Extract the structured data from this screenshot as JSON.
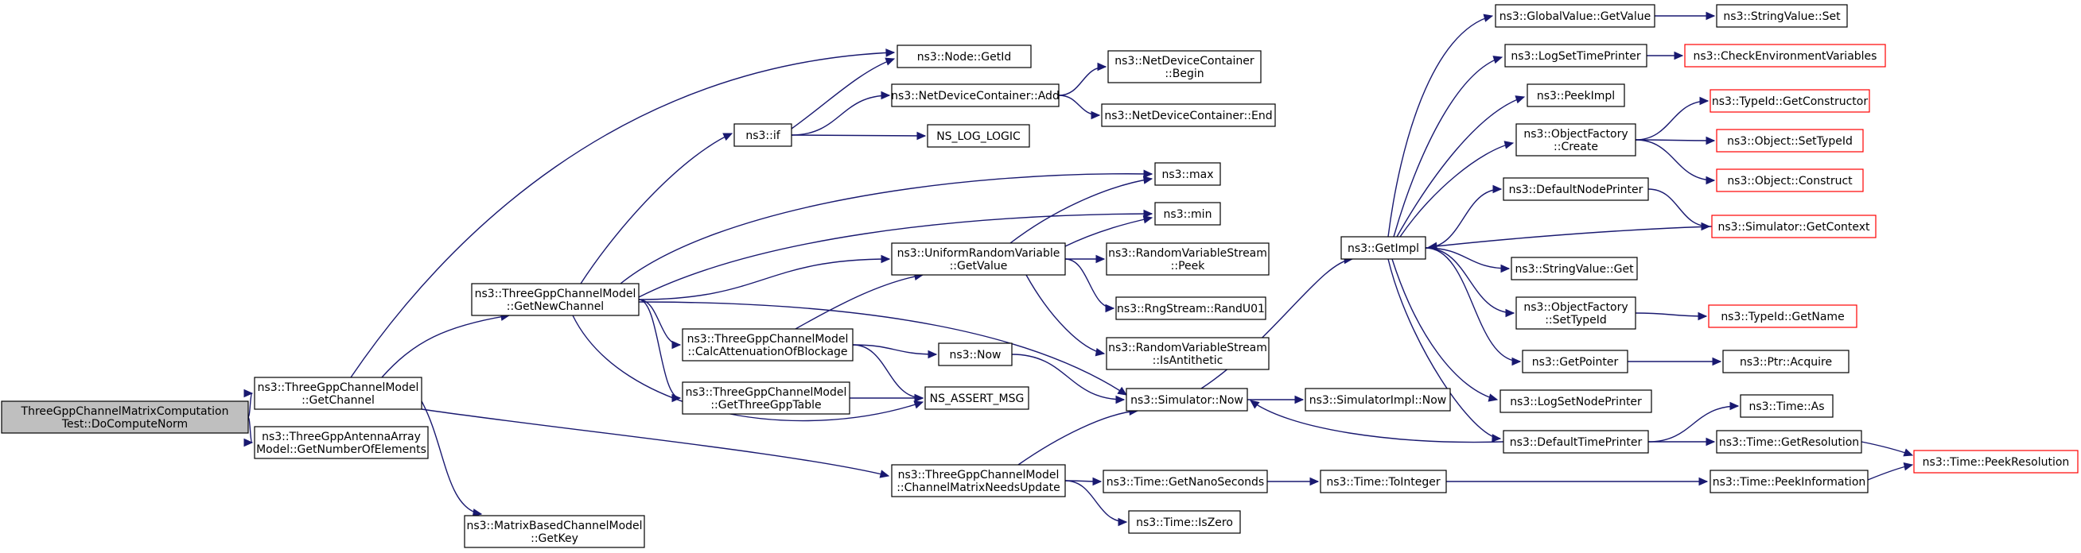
{
  "graph": {
    "colors": {
      "node_fill": "#ffffff",
      "node_border": "#000000",
      "truncated_border": "#ff0000",
      "root_fill": "#bfbfbf",
      "edge": "#191970"
    },
    "nodes": [
      {
        "id": "root",
        "lines": [
          "ThreeGppChannelMatrixComputation",
          "Test::DoComputeNorm"
        ],
        "kind": "root"
      },
      {
        "id": "getChannel",
        "lines": [
          "ns3::ThreeGppChannelModel",
          "::GetChannel"
        ],
        "kind": "normal"
      },
      {
        "id": "getNumElem",
        "lines": [
          "ns3::ThreeGppAntennaArray",
          "Model::GetNumberOfElements"
        ],
        "kind": "normal"
      },
      {
        "id": "getNewChannel",
        "lines": [
          "ns3::ThreeGppChannelModel",
          "::GetNewChannel"
        ],
        "kind": "normal"
      },
      {
        "id": "getKey",
        "lines": [
          "ns3::MatrixBasedChannelModel",
          "::GetKey"
        ],
        "kind": "normal"
      },
      {
        "id": "nodeGetId",
        "lines": [
          "ns3::Node::GetId"
        ],
        "kind": "normal"
      },
      {
        "id": "if",
        "lines": [
          "ns3::if"
        ],
        "kind": "normal"
      },
      {
        "id": "ndcAdd",
        "lines": [
          "ns3::NetDeviceContainer::Add"
        ],
        "kind": "normal"
      },
      {
        "id": "ndcBegin",
        "lines": [
          "ns3::NetDeviceContainer",
          "::Begin"
        ],
        "kind": "normal"
      },
      {
        "id": "ndcEnd",
        "lines": [
          "ns3::NetDeviceContainer::End"
        ],
        "kind": "normal"
      },
      {
        "id": "nsLogLogic",
        "lines": [
          "NS_LOG_LOGIC"
        ],
        "kind": "normal"
      },
      {
        "id": "max",
        "lines": [
          "ns3::max"
        ],
        "kind": "normal"
      },
      {
        "id": "min",
        "lines": [
          "ns3::min"
        ],
        "kind": "normal"
      },
      {
        "id": "urvGetValue",
        "lines": [
          "ns3::UniformRandomVariable",
          "::GetValue"
        ],
        "kind": "normal"
      },
      {
        "id": "rvsPeek",
        "lines": [
          "ns3::RandomVariableStream",
          "::Peek"
        ],
        "kind": "normal"
      },
      {
        "id": "randU01",
        "lines": [
          "ns3::RngStream::RandU01"
        ],
        "kind": "normal"
      },
      {
        "id": "rvsAnti",
        "lines": [
          "ns3::RandomVariableStream",
          "::IsAntithetic"
        ],
        "kind": "normal"
      },
      {
        "id": "calcAtt",
        "lines": [
          "ns3::ThreeGppChannelModel",
          "::CalcAttenuationOfBlockage"
        ],
        "kind": "normal"
      },
      {
        "id": "now",
        "lines": [
          "ns3::Now"
        ],
        "kind": "normal"
      },
      {
        "id": "getTable",
        "lines": [
          "ns3::ThreeGppChannelModel",
          "::GetThreeGppTable"
        ],
        "kind": "normal"
      },
      {
        "id": "assertMsg",
        "lines": [
          "NS_ASSERT_MSG"
        ],
        "kind": "normal"
      },
      {
        "id": "simNow",
        "lines": [
          "ns3::Simulator::Now"
        ],
        "kind": "normal"
      },
      {
        "id": "simImplNow",
        "lines": [
          "ns3::SimulatorImpl::Now"
        ],
        "kind": "normal"
      },
      {
        "id": "chanUpd",
        "lines": [
          "ns3::ThreeGppChannelModel",
          "::ChannelMatrixNeedsUpdate"
        ],
        "kind": "normal"
      },
      {
        "id": "getNano",
        "lines": [
          "ns3::Time::GetNanoSeconds"
        ],
        "kind": "normal"
      },
      {
        "id": "isZero",
        "lines": [
          "ns3::Time::IsZero"
        ],
        "kind": "normal"
      },
      {
        "id": "toInteger",
        "lines": [
          "ns3::Time::ToInteger"
        ],
        "kind": "normal"
      },
      {
        "id": "getImpl",
        "lines": [
          "ns3::GetImpl"
        ],
        "kind": "normal"
      },
      {
        "id": "gvGetValue",
        "lines": [
          "ns3::GlobalValue::GetValue"
        ],
        "kind": "normal"
      },
      {
        "id": "svSet",
        "lines": [
          "ns3::StringValue::Set"
        ],
        "kind": "normal"
      },
      {
        "id": "logSetTP",
        "lines": [
          "ns3::LogSetTimePrinter"
        ],
        "kind": "normal"
      },
      {
        "id": "checkEnv",
        "lines": [
          "ns3::CheckEnvironmentVariables"
        ],
        "kind": "truncated"
      },
      {
        "id": "peekImpl",
        "lines": [
          "ns3::PeekImpl"
        ],
        "kind": "normal"
      },
      {
        "id": "ofCreate",
        "lines": [
          "ns3::ObjectFactory",
          "::Create"
        ],
        "kind": "normal"
      },
      {
        "id": "tidGetCtor",
        "lines": [
          "ns3::TypeId::GetConstructor"
        ],
        "kind": "truncated"
      },
      {
        "id": "objSetTid",
        "lines": [
          "ns3::Object::SetTypeId"
        ],
        "kind": "truncated"
      },
      {
        "id": "objConstruct",
        "lines": [
          "ns3::Object::Construct"
        ],
        "kind": "truncated"
      },
      {
        "id": "defNodePrinter",
        "lines": [
          "ns3::DefaultNodePrinter"
        ],
        "kind": "normal"
      },
      {
        "id": "simGetCtx",
        "lines": [
          "ns3::Simulator::GetContext"
        ],
        "kind": "truncated"
      },
      {
        "id": "svGet",
        "lines": [
          "ns3::StringValue::Get"
        ],
        "kind": "normal"
      },
      {
        "id": "ofSetTid",
        "lines": [
          "ns3::ObjectFactory",
          "::SetTypeId"
        ],
        "kind": "normal"
      },
      {
        "id": "tidGetName",
        "lines": [
          "ns3::TypeId::GetName"
        ],
        "kind": "truncated"
      },
      {
        "id": "getPointer",
        "lines": [
          "ns3::GetPointer"
        ],
        "kind": "normal"
      },
      {
        "id": "ptrAcquire",
        "lines": [
          "ns3::Ptr::Acquire"
        ],
        "kind": "normal"
      },
      {
        "id": "logSetNP",
        "lines": [
          "ns3::LogSetNodePrinter"
        ],
        "kind": "normal"
      },
      {
        "id": "defTimePrinter",
        "lines": [
          "ns3::DefaultTimePrinter"
        ],
        "kind": "normal"
      },
      {
        "id": "timeAs",
        "lines": [
          "ns3::Time::As"
        ],
        "kind": "normal"
      },
      {
        "id": "timeGetRes",
        "lines": [
          "ns3::Time::GetResolution"
        ],
        "kind": "normal"
      },
      {
        "id": "timePeekRes",
        "lines": [
          "ns3::Time::PeekResolution"
        ],
        "kind": "truncated"
      },
      {
        "id": "timePeekInfo",
        "lines": [
          "ns3::Time::PeekInformation"
        ],
        "kind": "normal"
      }
    ],
    "edges": [
      [
        "root",
        "getChannel"
      ],
      [
        "root",
        "getNumElem"
      ],
      [
        "getChannel",
        "getNewChannel"
      ],
      [
        "getChannel",
        "getKey"
      ],
      [
        "getChannel",
        "nodeGetId"
      ],
      [
        "getChannel",
        "chanUpd"
      ],
      [
        "getNewChannel",
        "if"
      ],
      [
        "getNewChannel",
        "max"
      ],
      [
        "getNewChannel",
        "min"
      ],
      [
        "getNewChannel",
        "urvGetValue"
      ],
      [
        "getNewChannel",
        "calcAtt"
      ],
      [
        "getNewChannel",
        "getTable"
      ],
      [
        "getNewChannel",
        "assertMsg"
      ],
      [
        "getNewChannel",
        "simNow"
      ],
      [
        "if",
        "nodeGetId"
      ],
      [
        "if",
        "ndcAdd"
      ],
      [
        "if",
        "nsLogLogic"
      ],
      [
        "ndcAdd",
        "ndcBegin"
      ],
      [
        "ndcAdd",
        "ndcEnd"
      ],
      [
        "urvGetValue",
        "max"
      ],
      [
        "urvGetValue",
        "min"
      ],
      [
        "urvGetValue",
        "rvsPeek"
      ],
      [
        "urvGetValue",
        "randU01"
      ],
      [
        "urvGetValue",
        "rvsAnti"
      ],
      [
        "calcAtt",
        "urvGetValue"
      ],
      [
        "calcAtt",
        "now"
      ],
      [
        "calcAtt",
        "assertMsg"
      ],
      [
        "getTable",
        "assertMsg"
      ],
      [
        "now",
        "simNow"
      ],
      [
        "simNow",
        "getImpl"
      ],
      [
        "simNow",
        "simImplNow"
      ],
      [
        "chanUpd",
        "simNow"
      ],
      [
        "chanUpd",
        "getNano"
      ],
      [
        "chanUpd",
        "isZero"
      ],
      [
        "getNano",
        "toInteger"
      ],
      [
        "toInteger",
        "timePeekInfo"
      ],
      [
        "timePeekInfo",
        "timePeekRes"
      ],
      [
        "getImpl",
        "gvGetValue"
      ],
      [
        "getImpl",
        "logSetTP"
      ],
      [
        "getImpl",
        "peekImpl"
      ],
      [
        "getImpl",
        "ofCreate"
      ],
      [
        "getImpl",
        "defNodePrinter"
      ],
      [
        "getImpl",
        "svGet"
      ],
      [
        "getImpl",
        "ofSetTid"
      ],
      [
        "getImpl",
        "getPointer"
      ],
      [
        "getImpl",
        "logSetNP"
      ],
      [
        "getImpl",
        "defTimePrinter"
      ],
      [
        "gvGetValue",
        "svSet"
      ],
      [
        "logSetTP",
        "checkEnv"
      ],
      [
        "ofCreate",
        "tidGetCtor"
      ],
      [
        "ofCreate",
        "objSetTid"
      ],
      [
        "ofCreate",
        "objConstruct"
      ],
      [
        "defNodePrinter",
        "simGetCtx"
      ],
      [
        "simGetCtx",
        "getImpl"
      ],
      [
        "ofSetTid",
        "tidGetName"
      ],
      [
        "getPointer",
        "ptrAcquire"
      ],
      [
        "defTimePrinter",
        "simNow"
      ],
      [
        "defTimePrinter",
        "timeAs"
      ],
      [
        "defTimePrinter",
        "timeGetRes"
      ],
      [
        "timeGetRes",
        "timePeekRes"
      ]
    ]
  }
}
